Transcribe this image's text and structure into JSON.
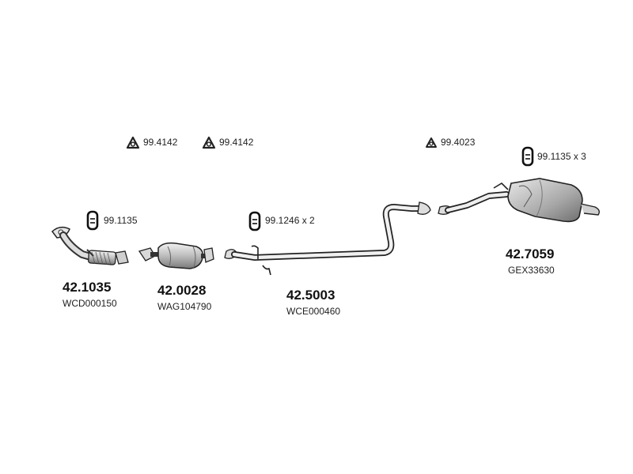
{
  "gaskets": {
    "g1": "99.4142",
    "g2": "99.4142",
    "g3": "99.4023"
  },
  "hangers": {
    "h1": "99.1135 x 3",
    "h2": "99.1135",
    "h3": "99.1246 x 2"
  },
  "parts": [
    {
      "code": "42.1035",
      "ref": "WCD000150"
    },
    {
      "code": "42.0028",
      "ref": "WAG104790"
    },
    {
      "code": "42.5003",
      "ref": "WCE000460"
    },
    {
      "code": "42.7059",
      "ref": "GEX33630"
    }
  ]
}
